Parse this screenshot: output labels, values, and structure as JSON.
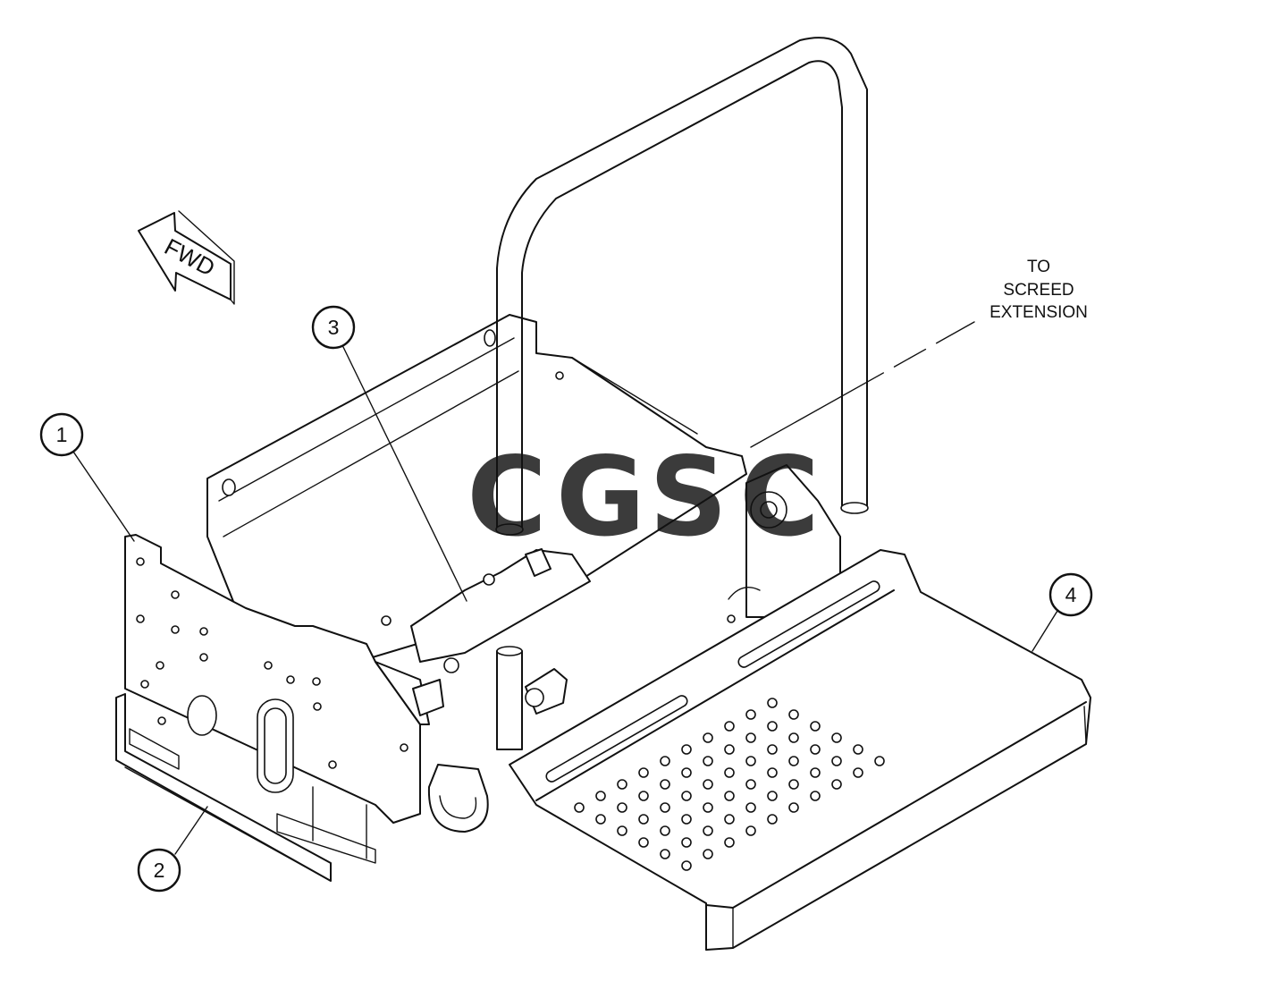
{
  "callouts": [
    {
      "id": "1",
      "label": "1"
    },
    {
      "id": "2",
      "label": "2"
    },
    {
      "id": "3",
      "label": "3"
    },
    {
      "id": "4",
      "label": "4"
    }
  ],
  "direction_arrow": {
    "label": "FWD",
    "icon": "fwd-arrow-icon"
  },
  "annotation": {
    "line1": "TO",
    "line2": "SCREED",
    "line3": "EXTENSION"
  },
  "watermark": {
    "letters": [
      "C",
      "G",
      "S",
      "C"
    ],
    "colors": [
      "#4f8ef7",
      "#f07b6f",
      "#f9d23c",
      "#2ea86a"
    ]
  }
}
